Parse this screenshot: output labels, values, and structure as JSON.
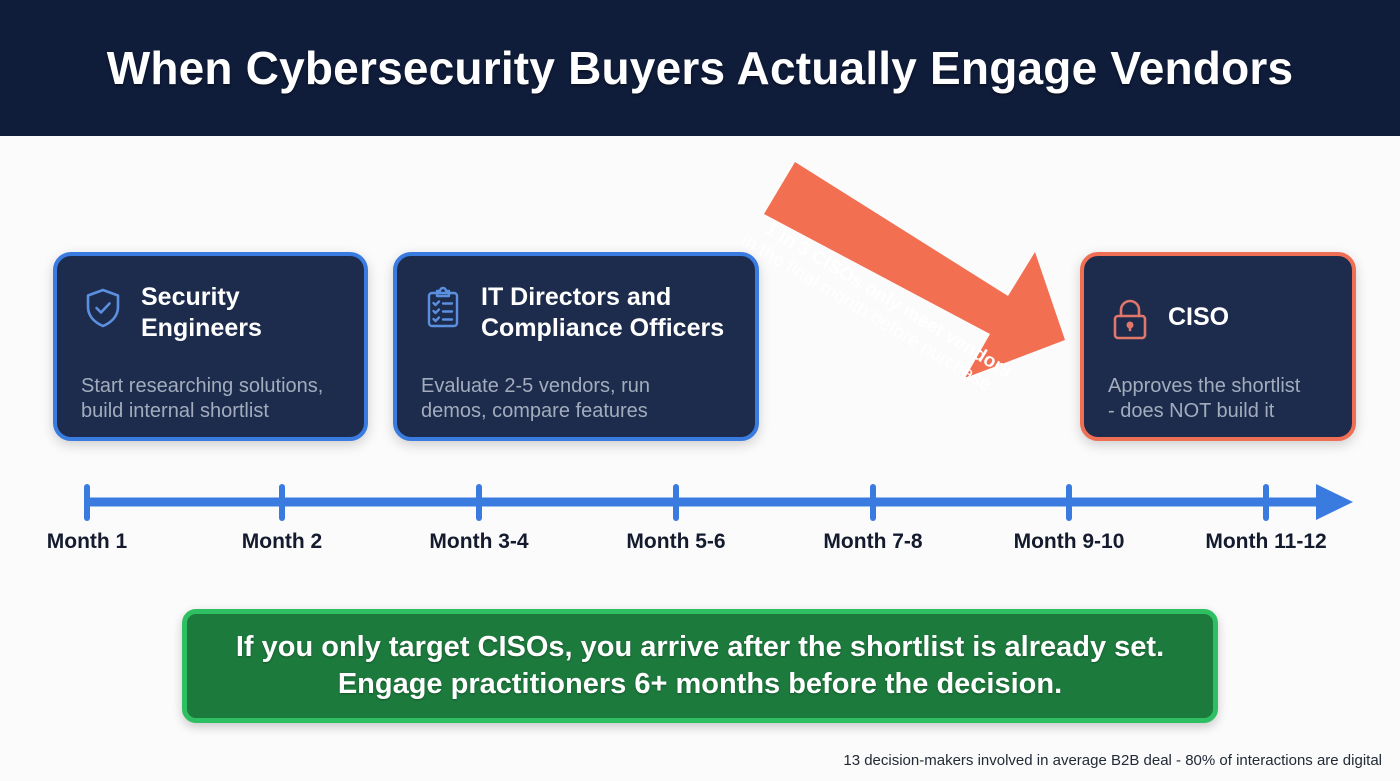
{
  "header": {
    "title": "When Cybersecurity Buyers Actually Engage Vendors",
    "background": "#0f1c3a"
  },
  "cards": [
    {
      "icon": "shield-check-icon",
      "title_line1": "Security",
      "title_line2": "Engineers",
      "desc_line1": "Start researching solutions,",
      "desc_line2": "build internal shortlist",
      "border_color": "#3a7be0"
    },
    {
      "icon": "clipboard-checklist-icon",
      "title_line1": "IT Directors and",
      "title_line2": "Compliance Officers",
      "desc_line1": "Evaluate 2-5 vendors, run",
      "desc_line2": "demos, compare features",
      "border_color": "#3a7be0"
    },
    {
      "icon": "padlock-icon",
      "title_line1": "CISO",
      "desc_line1": "Approves the shortlist",
      "desc_line2": "- does NOT build it",
      "border_color": "#ef6f55"
    }
  ],
  "callout": {
    "line1": "1 in 3 CISOs only meet vendors",
    "line2": "in the final month before purchase",
    "color": "#f26f52"
  },
  "timeline": {
    "color": "#3a7be0",
    "labels": [
      "Month 1",
      "Month 2",
      "Month 3-4",
      "Month 5-6",
      "Month 7-8",
      "Month 9-10",
      "Month 11-12"
    ]
  },
  "banner": {
    "line1": "If you only target CISOs, you arrive after the shortlist is already set.",
    "line2": "Engage practitioners 6+ months before the decision.",
    "background": "#1d7a3d",
    "border": "#2fbf63"
  },
  "footnote": "13 decision-makers involved in average B2B deal - 80% of interactions are digital"
}
